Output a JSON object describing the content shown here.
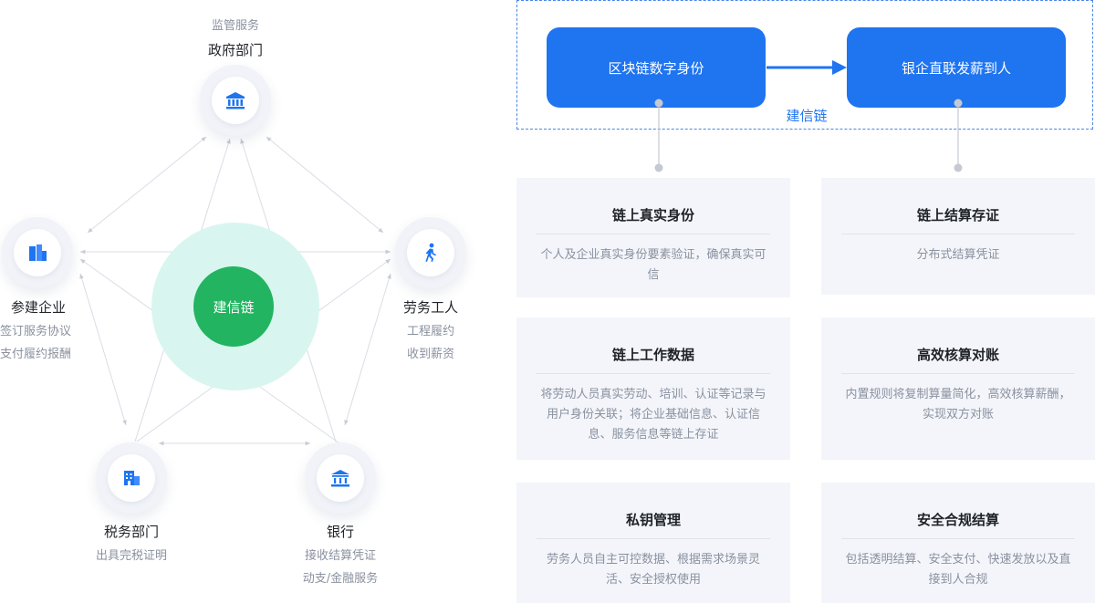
{
  "center": {
    "label": "建信链"
  },
  "nodes": {
    "government": {
      "super": "监管服务",
      "title": "政府部门",
      "icon": "government-building-icon"
    },
    "enterprise": {
      "title": "参建企业",
      "sub": [
        "签订服务协议",
        "支付履约报酬"
      ],
      "icon": "office-buildings-icon"
    },
    "worker": {
      "title": "劳务工人",
      "sub": [
        "工程履约",
        "收到薪资"
      ],
      "icon": "walking-person-icon"
    },
    "tax": {
      "title": "税务部门",
      "sub": [
        "出具完税证明"
      ],
      "icon": "tax-office-icon"
    },
    "bank": {
      "title": "银行",
      "sub": [
        "接收结算凭证",
        "动支/金融服务"
      ],
      "icon": "bank-icon"
    }
  },
  "chain": {
    "left_button": "区块链数字身份",
    "right_button": "银企直联发薪到人",
    "label": "建信链"
  },
  "cards": [
    {
      "title": "链上真实身份",
      "desc": "个人及企业真实身份要素验证，确保真实可信"
    },
    {
      "title": "链上结算存证",
      "desc": "分布式结算凭证"
    },
    {
      "title": "链上工作数据",
      "desc": "将劳动人员真实劳动、培训、认证等记录与用户身份关联；将企业基础信息、认证信息、服务信息等链上存证"
    },
    {
      "title": "高效核算对账",
      "desc": "内置规则将复制算量简化，高效核算薪酬，实现双方对账"
    },
    {
      "title": "私钥管理",
      "desc": "劳务人员自主可控数据、根据需求场景灵活、安全授权使用"
    },
    {
      "title": "安全合规结算",
      "desc": "包括透明结算、安全支付、快速发放以及直接到人合规"
    }
  ],
  "colors": {
    "primary_blue": "#1f74f0",
    "center_green": "#22b460",
    "center_halo": "#d8f6ef",
    "card_bg": "#f3f5fa",
    "muted_text": "#8a919f"
  }
}
